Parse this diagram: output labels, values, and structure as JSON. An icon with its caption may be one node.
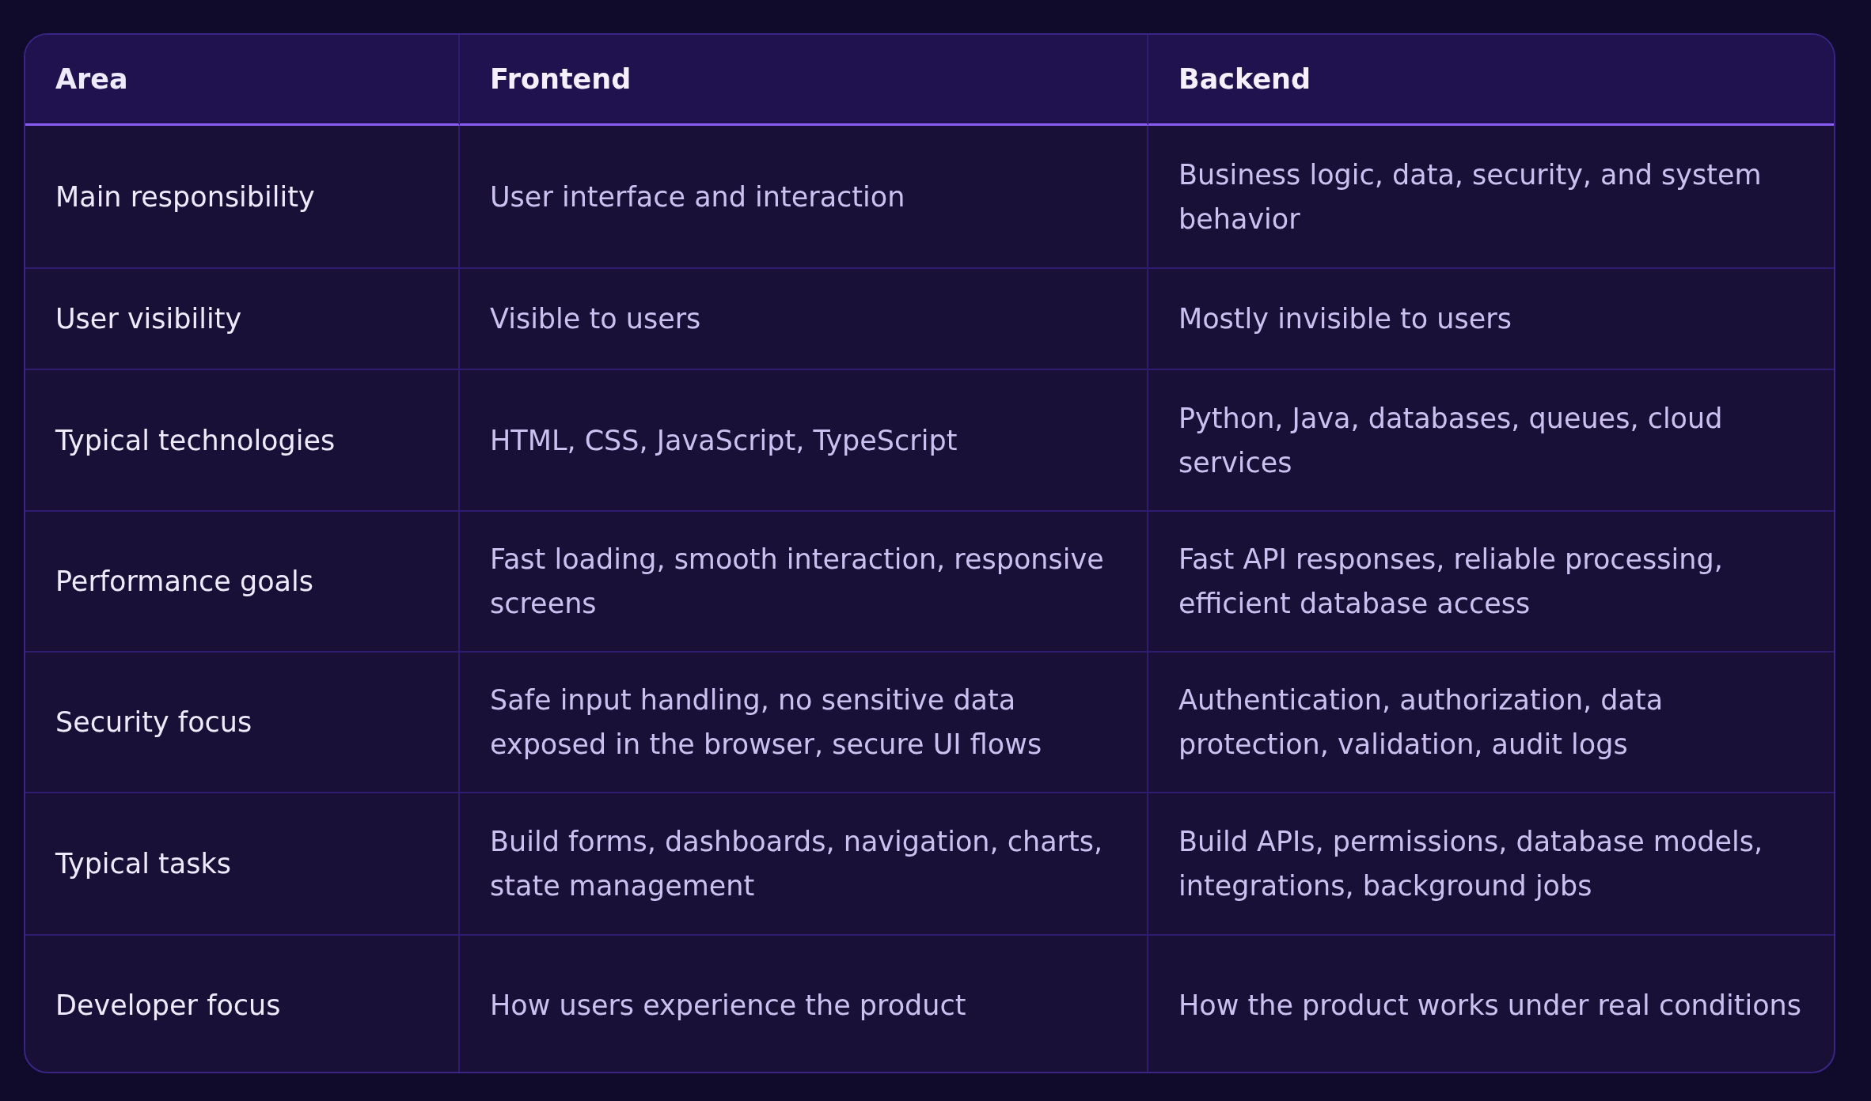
{
  "diagram": {
    "labels": [
      "Area",
      "Frontend",
      "Backend",
      "Main responsibility",
      "User interface and interaction",
      "Business logic, data, security, and system behavior",
      "User visibility",
      "Visible to users",
      "Mostly invisible to users",
      "Typical technologies",
      "HTML, CSS, JavaScript, TypeScript",
      "Python, Java, databases, queues, cloud services",
      "Performance goals",
      "Fast loading, smooth interaction, responsive screens",
      "Fast API responses, reliable processing, efficient database access",
      "Security focus",
      "Safe input handling, no sensitive data exposed in the browser, secure UI flows",
      "Authentication, authorization, data protection, validation, audit logs",
      "Typical tasks",
      "Build forms, dashboards, navigation, charts, state management",
      "Build APIs, permissions, database models, integrations, background jobs",
      "Developer focus",
      "How users experience the product",
      "How the product works under real conditions"
    ]
  }
}
